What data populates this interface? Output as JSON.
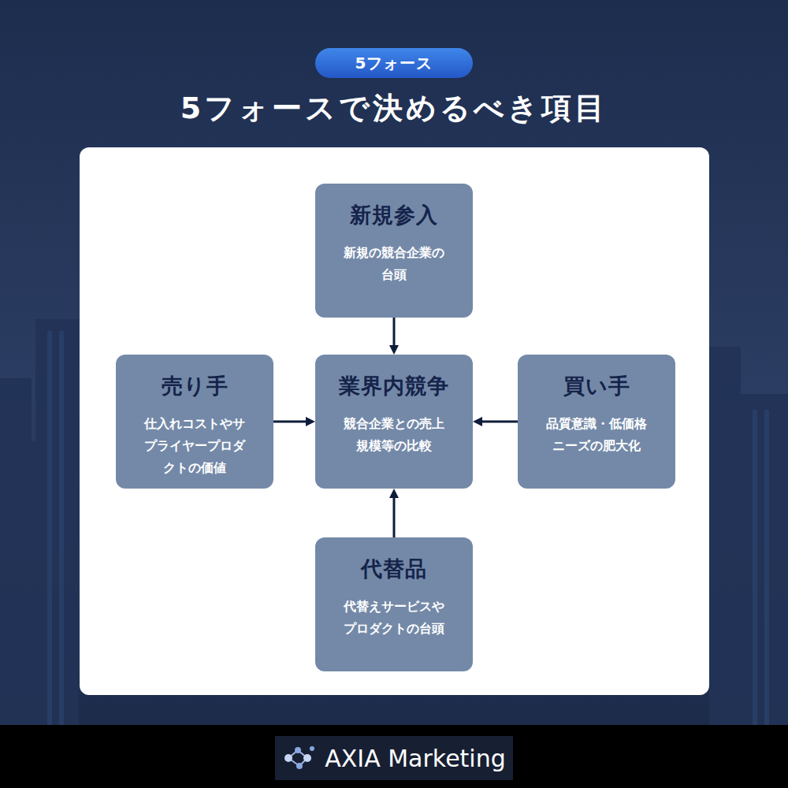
{
  "diagram": {
    "title": "5フォースで決めるべき項目",
    "nodes": [
      {
        "text": [
          "5フォース"
        ]
      },
      {
        "text": [
          "新規参入",
          "新規の競合企業の 台頭"
        ]
      },
      {
        "text": [
          "売り手",
          "仕入れコストやサ プライヤープロダ クトの価値"
        ]
      },
      {
        "text": [
          "業界内競争",
          "競合企業との売上 規模等の比較"
        ]
      },
      {
        "text": [
          "買い手",
          "品質意識・低価格 ニーズの肥大化"
        ]
      },
      {
        "text": [
          "代替品",
          "代替えサービスや プロダクトの台頭"
        ]
      }
    ],
    "edges": [
      {
        "from": 1,
        "to": 3,
        "arrow": "to"
      },
      {
        "from": 2,
        "to": 3,
        "arrow": "to"
      },
      {
        "from": 4,
        "to": 3,
        "arrow": "to"
      },
      {
        "from": 5,
        "to": 3,
        "arrow": "to"
      }
    ],
    "labels": [
      "AXIA Marketing"
    ]
  }
}
